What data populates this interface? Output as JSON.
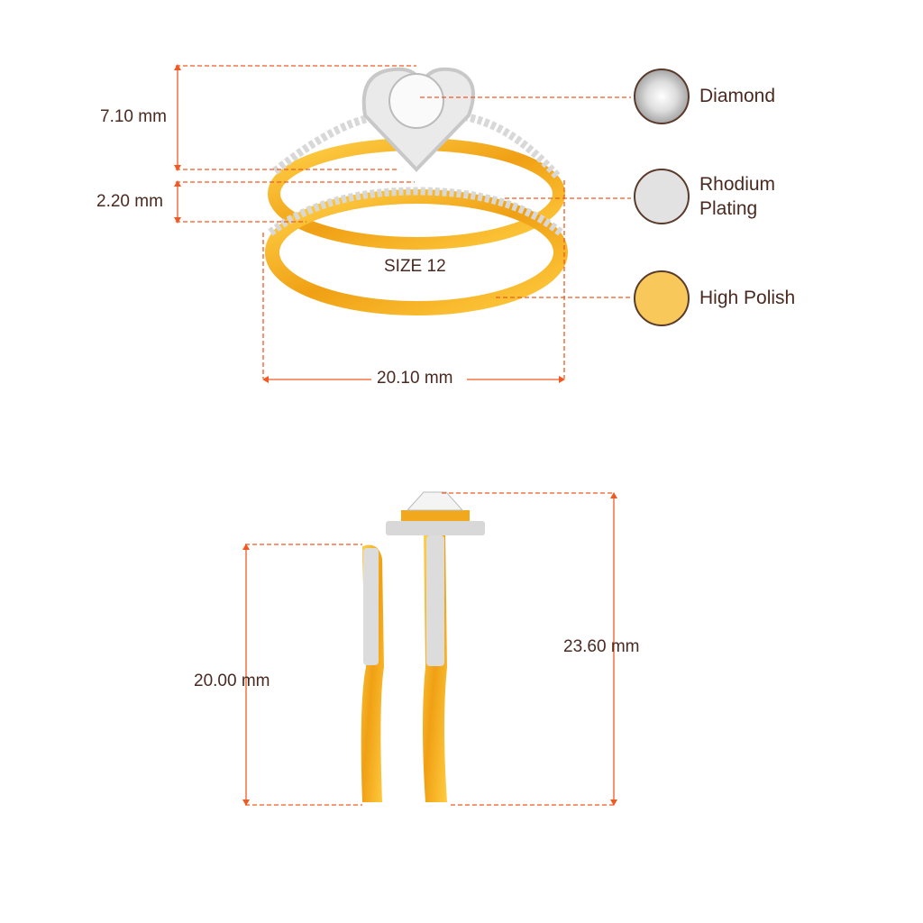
{
  "dimensions": {
    "height_top": "7.10 mm",
    "band_height": "2.20 mm",
    "width": "20.10 mm",
    "size": "SIZE 12",
    "band_side_height": "20.00 mm",
    "ring_side_height": "23.60 mm"
  },
  "legend": [
    {
      "label": "Diamond",
      "color": "#e6e6e6"
    },
    {
      "label_line1": "Rhodium",
      "label_line2": "Plating",
      "color": "#e2e2e2"
    },
    {
      "label": "High Polish",
      "color": "#f8c85a"
    }
  ],
  "colors": {
    "accent": "#f05a22",
    "text": "#4a2a20",
    "gold": "#f2a81c"
  }
}
